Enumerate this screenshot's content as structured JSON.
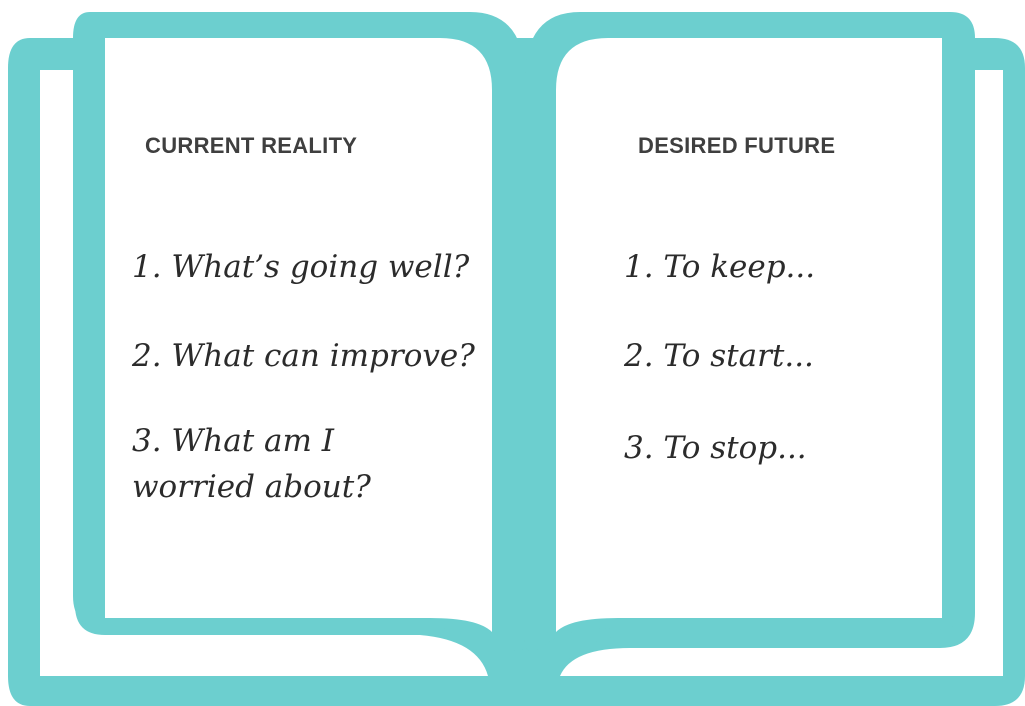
{
  "colors": {
    "book_teal": "#6ccfcf",
    "page": "#ffffff",
    "heading_text": "#3f3f3f",
    "item_text": "#2b2b2b"
  },
  "left_page": {
    "heading": "CURRENT REALITY",
    "items": [
      {
        "text": "1. What’s going well?"
      },
      {
        "text": "2. What can improve?"
      },
      {
        "line1": "3. What am I",
        "line2": "worried about?"
      }
    ]
  },
  "right_page": {
    "heading": "DESIRED FUTURE",
    "items": [
      {
        "text": "1. To keep..."
      },
      {
        "text": "2. To start..."
      },
      {
        "text": "3. To stop..."
      }
    ]
  }
}
